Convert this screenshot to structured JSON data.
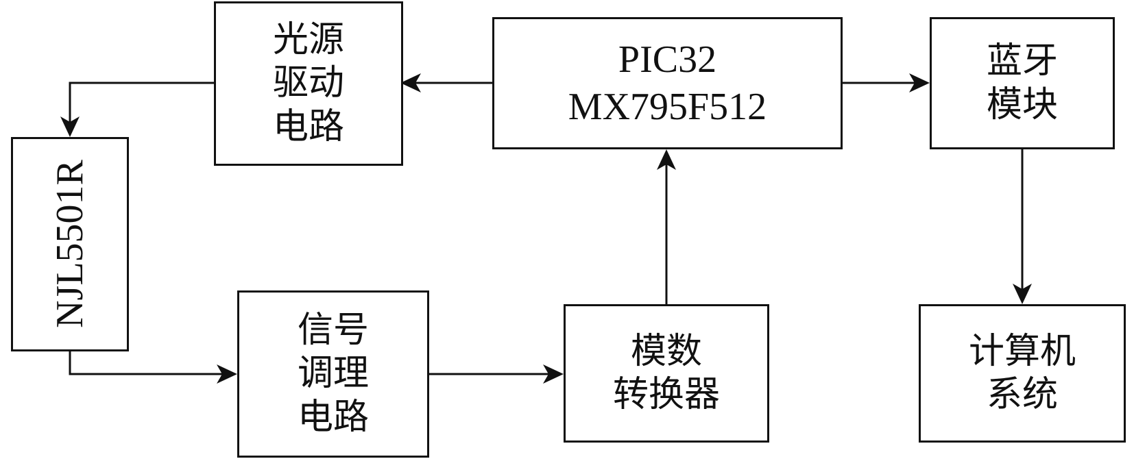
{
  "blocks": {
    "light_driver": [
      "光源",
      "驱动",
      "电路"
    ],
    "mcu": [
      "PIC32",
      "MX795F512"
    ],
    "bluetooth": [
      "蓝牙",
      "模块"
    ],
    "sensor": "NJL5501R",
    "signal_conditioning": [
      "信号",
      "调理",
      "电路"
    ],
    "adc": [
      "模数",
      "转换器"
    ],
    "computer": [
      "计算机",
      "系统"
    ]
  }
}
